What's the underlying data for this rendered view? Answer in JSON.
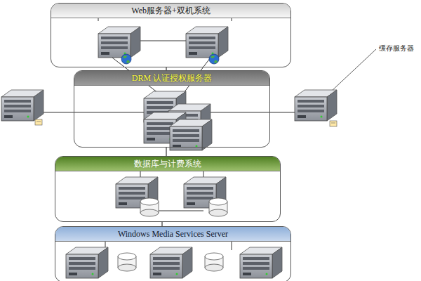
{
  "diagram": {
    "nodes": [
      {
        "text": [
          "Web服务器+双机系统"
        ]
      },
      {
        "text": [
          "DRM 认证授权服务器"
        ]
      },
      {
        "text": [
          "数据库与计费系统"
        ]
      },
      {
        "text": [
          "Windows Media Services Server"
        ]
      }
    ],
    "edges": [
      {
        "from": 0,
        "to": 1,
        "arrow": "none"
      },
      {
        "from": 1,
        "to": 2,
        "arrow": "none"
      },
      {
        "from": 2,
        "to": 3,
        "arrow": "none"
      }
    ],
    "labels": [
      "缓存服务器"
    ]
  }
}
